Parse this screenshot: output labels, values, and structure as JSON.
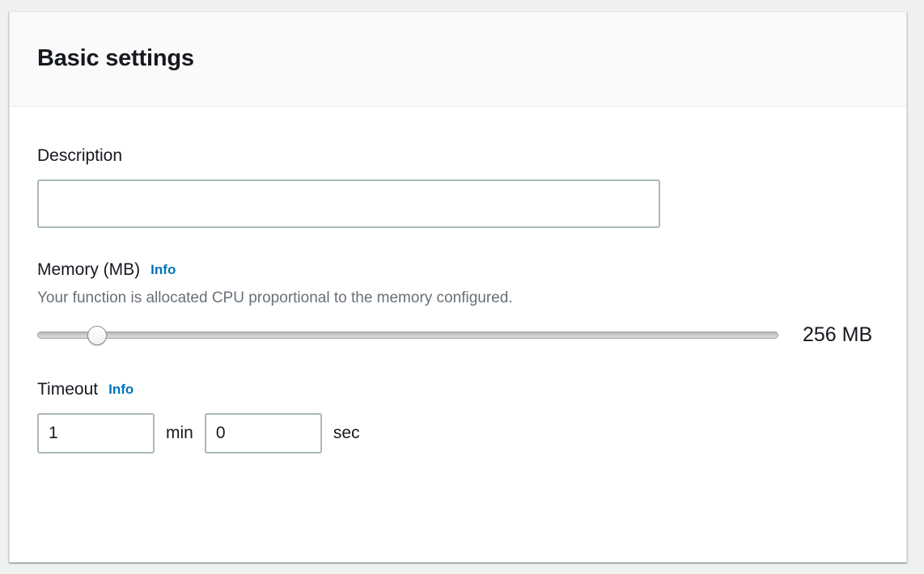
{
  "card": {
    "title": "Basic settings"
  },
  "description": {
    "label": "Description",
    "value": "",
    "placeholder": ""
  },
  "memory": {
    "label": "Memory (MB)",
    "info_label": "Info",
    "hint": "Your function is allocated CPU proportional to the memory configured.",
    "value": 256,
    "min": 128,
    "max": 10240,
    "step": 64,
    "value_display": "256 MB"
  },
  "timeout": {
    "label": "Timeout",
    "info_label": "Info",
    "minutes": "1",
    "minutes_unit": "min",
    "seconds": "0",
    "seconds_unit": "sec"
  },
  "colors": {
    "accent": "#0073bb",
    "text": "#16191f",
    "hint": "#687078",
    "border": "#aab7b8",
    "header_bg": "#fafafa",
    "page_bg": "#eff1f1"
  }
}
